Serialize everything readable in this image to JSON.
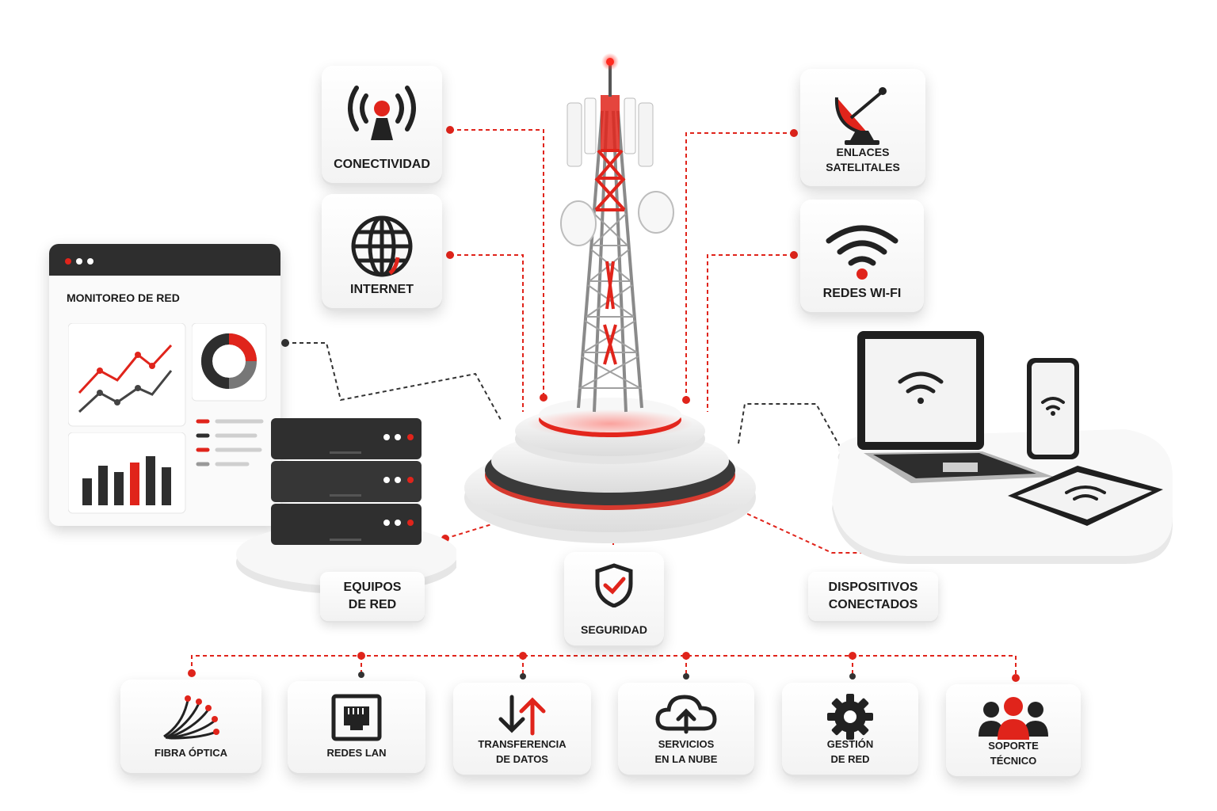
{
  "cards": {
    "conectividad": "CONECTIVIDAD",
    "internet": "INTERNET",
    "enlaces": "ENLACES SATELITALES",
    "wifi": "REDES WI-FI",
    "seguridad": "SEGURIDAD"
  },
  "tags": {
    "equipos_1": "EQUIPOS",
    "equipos_2": "DE RED",
    "dispositivos_1": "DISPOSITIVOS",
    "dispositivos_2": "CONECTADOS"
  },
  "dashboard": {
    "title": "MONITOREO DE RED"
  },
  "bottom": [
    {
      "line1": "FIBRA ÓPTICA",
      "line2": "",
      "icon": "fiber-optic-icon"
    },
    {
      "line1": "REDES LAN",
      "line2": "",
      "icon": "ethernet-port-icon"
    },
    {
      "line1": "TRANSFERENCIA",
      "line2": "DE DATOS",
      "icon": "transfer-arrows-icon"
    },
    {
      "line1": "SERVICIOS",
      "line2": "EN LA NUBE",
      "icon": "cloud-upload-icon"
    },
    {
      "line1": "GESTIÓN",
      "line2": "DE RED",
      "icon": "gear-icon"
    },
    {
      "line1": "SOPORTE",
      "line2": "TÉCNICO",
      "icon": "team-icon"
    }
  ],
  "colors": {
    "accent": "#e0241b",
    "dark": "#2b2b2b",
    "platform": "#f2f2f2"
  }
}
